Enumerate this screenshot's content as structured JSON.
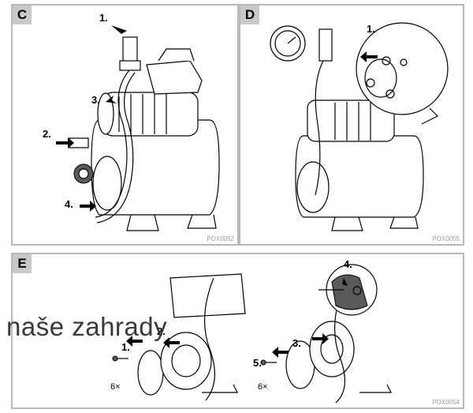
{
  "panels": {
    "c": {
      "label": "C",
      "code": "POX0052",
      "steps": [
        "1.",
        "2.",
        "3.",
        "4."
      ]
    },
    "d": {
      "label": "D",
      "code": "POX0055",
      "steps": [
        "1."
      ]
    },
    "e": {
      "label": "E",
      "code": "POX0054",
      "steps": [
        "1.",
        "2.",
        "3.",
        "4.",
        "5."
      ],
      "counts": [
        "6×",
        "6×"
      ]
    }
  },
  "watermark": "naše zahrady"
}
